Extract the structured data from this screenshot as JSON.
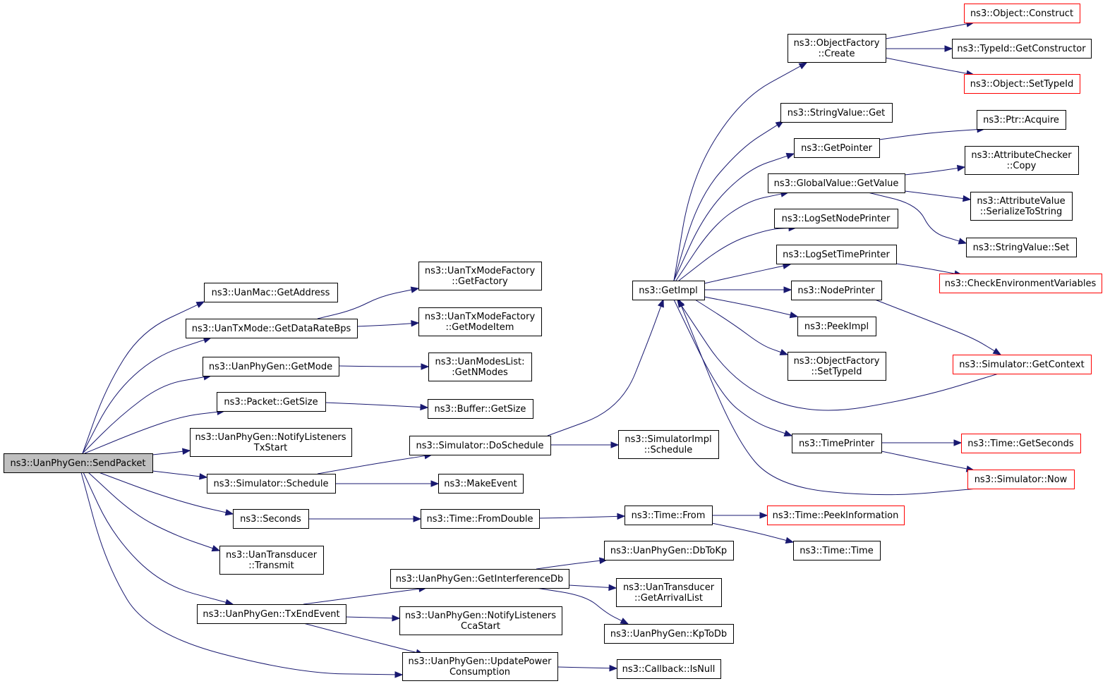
{
  "nodes": [
    {
      "id": "sendpacket",
      "lines": [
        "ns3::UanPhyGen::SendPacket"
      ],
      "kind": "root"
    },
    {
      "id": "getaddress",
      "lines": [
        "ns3::UanMac::GetAddress"
      ],
      "kind": "normal"
    },
    {
      "id": "getdataratebps",
      "lines": [
        "ns3::UanTxMode::GetDataRateBps"
      ],
      "kind": "normal"
    },
    {
      "id": "getmode",
      "lines": [
        "ns3::UanPhyGen::GetMode"
      ],
      "kind": "normal"
    },
    {
      "id": "packetgetsize",
      "lines": [
        "ns3::Packet::GetSize"
      ],
      "kind": "normal"
    },
    {
      "id": "notifytxstart",
      "lines": [
        "ns3::UanPhyGen::NotifyListeners",
        "TxStart"
      ],
      "kind": "normal"
    },
    {
      "id": "simschedule",
      "lines": [
        "ns3::Simulator::Schedule"
      ],
      "kind": "normal"
    },
    {
      "id": "seconds",
      "lines": [
        "ns3::Seconds"
      ],
      "kind": "normal"
    },
    {
      "id": "transmit",
      "lines": [
        "ns3::UanTransducer",
        "::Transmit"
      ],
      "kind": "normal"
    },
    {
      "id": "txendevent",
      "lines": [
        "ns3::UanPhyGen::TxEndEvent"
      ],
      "kind": "normal"
    },
    {
      "id": "getfactory",
      "lines": [
        "ns3::UanTxModeFactory",
        "::GetFactory"
      ],
      "kind": "normal"
    },
    {
      "id": "getmodeitem",
      "lines": [
        "ns3::UanTxModeFactory",
        "::GetModeItem"
      ],
      "kind": "normal"
    },
    {
      "id": "getnmodes",
      "lines": [
        "ns3::UanModesList:",
        ":GetNModes"
      ],
      "kind": "normal"
    },
    {
      "id": "buffergetsize",
      "lines": [
        "ns3::Buffer::GetSize"
      ],
      "kind": "normal"
    },
    {
      "id": "doschedule",
      "lines": [
        "ns3::Simulator::DoSchedule"
      ],
      "kind": "normal"
    },
    {
      "id": "makeevent",
      "lines": [
        "ns3::MakeEvent"
      ],
      "kind": "normal"
    },
    {
      "id": "fromdouble",
      "lines": [
        "ns3::Time::FromDouble"
      ],
      "kind": "normal"
    },
    {
      "id": "getinterferencedb",
      "lines": [
        "ns3::UanPhyGen::GetInterferenceDb"
      ],
      "kind": "normal"
    },
    {
      "id": "notifyccastart",
      "lines": [
        "ns3::UanPhyGen::NotifyListeners",
        "CcaStart"
      ],
      "kind": "normal"
    },
    {
      "id": "updatepower",
      "lines": [
        "ns3::UanPhyGen::UpdatePower",
        "Consumption"
      ],
      "kind": "normal"
    },
    {
      "id": "getimpl",
      "lines": [
        "ns3::GetImpl"
      ],
      "kind": "normal"
    },
    {
      "id": "implschedule",
      "lines": [
        "ns3::SimulatorImpl",
        "::Schedule"
      ],
      "kind": "normal"
    },
    {
      "id": "timefrom",
      "lines": [
        "ns3::Time::From"
      ],
      "kind": "normal"
    },
    {
      "id": "dbtokp",
      "lines": [
        "ns3::UanPhyGen::DbToKp"
      ],
      "kind": "normal"
    },
    {
      "id": "getarrivallist",
      "lines": [
        "ns3::UanTransducer",
        "::GetArrivalList"
      ],
      "kind": "normal"
    },
    {
      "id": "kptodb",
      "lines": [
        "ns3::UanPhyGen::KpToDb"
      ],
      "kind": "normal"
    },
    {
      "id": "isnull",
      "lines": [
        "ns3::Callback::IsNull"
      ],
      "kind": "normal"
    },
    {
      "id": "ofcreate",
      "lines": [
        "ns3::ObjectFactory",
        "::Create"
      ],
      "kind": "normal"
    },
    {
      "id": "stringvalueget",
      "lines": [
        "ns3::StringValue::Get"
      ],
      "kind": "normal"
    },
    {
      "id": "getpointer",
      "lines": [
        "ns3::GetPointer"
      ],
      "kind": "normal"
    },
    {
      "id": "globalgetvalue",
      "lines": [
        "ns3::GlobalValue::GetValue"
      ],
      "kind": "normal"
    },
    {
      "id": "lognodeprinter",
      "lines": [
        "ns3::LogSetNodePrinter"
      ],
      "kind": "normal"
    },
    {
      "id": "logtimeprinter",
      "lines": [
        "ns3::LogSetTimePrinter"
      ],
      "kind": "normal"
    },
    {
      "id": "nodeprinter",
      "lines": [
        "ns3::NodePrinter"
      ],
      "kind": "normal"
    },
    {
      "id": "peekimpl",
      "lines": [
        "ns3::PeekImpl"
      ],
      "kind": "normal"
    },
    {
      "id": "ofsettypeid",
      "lines": [
        "ns3::ObjectFactory",
        "::SetTypeId"
      ],
      "kind": "normal"
    },
    {
      "id": "timeprinter",
      "lines": [
        "ns3::TimePrinter"
      ],
      "kind": "normal"
    },
    {
      "id": "peekinformation",
      "lines": [
        "ns3::Time::PeekInformation"
      ],
      "kind": "ext"
    },
    {
      "id": "timetime",
      "lines": [
        "ns3::Time::Time"
      ],
      "kind": "normal"
    },
    {
      "id": "objconstruct",
      "lines": [
        "ns3::Object::Construct"
      ],
      "kind": "ext"
    },
    {
      "id": "getconstructor",
      "lines": [
        "ns3::TypeId::GetConstructor"
      ],
      "kind": "normal"
    },
    {
      "id": "objsettypeid",
      "lines": [
        "ns3::Object::SetTypeId"
      ],
      "kind": "ext"
    },
    {
      "id": "ptracquire",
      "lines": [
        "ns3::Ptr::Acquire"
      ],
      "kind": "normal"
    },
    {
      "id": "checkercopy",
      "lines": [
        "ns3::AttributeChecker",
        "::Copy"
      ],
      "kind": "normal"
    },
    {
      "id": "serializetostring",
      "lines": [
        "ns3::AttributeValue",
        "::SerializeToString"
      ],
      "kind": "normal"
    },
    {
      "id": "stringvalueset",
      "lines": [
        "ns3::StringValue::Set"
      ],
      "kind": "normal"
    },
    {
      "id": "checkenv",
      "lines": [
        "ns3::CheckEnvironmentVariables"
      ],
      "kind": "ext"
    },
    {
      "id": "getcontext",
      "lines": [
        "ns3::Simulator::GetContext"
      ],
      "kind": "ext"
    },
    {
      "id": "getseconds",
      "lines": [
        "ns3::Time::GetSeconds"
      ],
      "kind": "ext"
    },
    {
      "id": "simnow",
      "lines": [
        "ns3::Simulator::Now"
      ],
      "kind": "ext"
    }
  ],
  "edges": [
    [
      "sendpacket",
      "getaddress"
    ],
    [
      "sendpacket",
      "getdataratebps"
    ],
    [
      "sendpacket",
      "getmode"
    ],
    [
      "sendpacket",
      "packetgetsize"
    ],
    [
      "sendpacket",
      "notifytxstart"
    ],
    [
      "sendpacket",
      "simschedule"
    ],
    [
      "sendpacket",
      "seconds"
    ],
    [
      "sendpacket",
      "transmit"
    ],
    [
      "sendpacket",
      "txendevent"
    ],
    [
      "sendpacket",
      "updatepower"
    ],
    [
      "getdataratebps",
      "getfactory"
    ],
    [
      "getdataratebps",
      "getmodeitem"
    ],
    [
      "getmode",
      "getnmodes"
    ],
    [
      "packetgetsize",
      "buffergetsize"
    ],
    [
      "simschedule",
      "doschedule"
    ],
    [
      "simschedule",
      "makeevent"
    ],
    [
      "seconds",
      "fromdouble"
    ],
    [
      "txendevent",
      "getinterferencedb"
    ],
    [
      "txendevent",
      "notifyccastart"
    ],
    [
      "txendevent",
      "updatepower"
    ],
    [
      "doschedule",
      "getimpl"
    ],
    [
      "doschedule",
      "implschedule"
    ],
    [
      "fromdouble",
      "timefrom"
    ],
    [
      "getinterferencedb",
      "dbtokp"
    ],
    [
      "getinterferencedb",
      "getarrivallist"
    ],
    [
      "getinterferencedb",
      "kptodb"
    ],
    [
      "updatepower",
      "isnull"
    ],
    [
      "getimpl",
      "ofcreate"
    ],
    [
      "getimpl",
      "stringvalueget"
    ],
    [
      "getimpl",
      "getpointer"
    ],
    [
      "getimpl",
      "globalgetvalue"
    ],
    [
      "getimpl",
      "lognodeprinter"
    ],
    [
      "getimpl",
      "logtimeprinter"
    ],
    [
      "getimpl",
      "nodeprinter"
    ],
    [
      "getimpl",
      "peekimpl"
    ],
    [
      "getimpl",
      "ofsettypeid"
    ],
    [
      "getimpl",
      "timeprinter"
    ],
    [
      "timefrom",
      "peekinformation"
    ],
    [
      "timefrom",
      "timetime"
    ],
    [
      "ofcreate",
      "objconstruct"
    ],
    [
      "ofcreate",
      "getconstructor"
    ],
    [
      "ofcreate",
      "objsettypeid"
    ],
    [
      "getpointer",
      "ptracquire"
    ],
    [
      "globalgetvalue",
      "checkercopy"
    ],
    [
      "globalgetvalue",
      "serializetostring"
    ],
    [
      "globalgetvalue",
      "stringvalueset"
    ],
    [
      "logtimeprinter",
      "checkenv"
    ],
    [
      "nodeprinter",
      "getcontext"
    ],
    [
      "getcontext",
      "getimpl"
    ],
    [
      "timeprinter",
      "getseconds"
    ],
    [
      "timeprinter",
      "simnow"
    ],
    [
      "simnow",
      "getimpl"
    ]
  ],
  "colors": {
    "edge": "#191970",
    "node_border": "#000000",
    "external_border": "#ff0000",
    "root_fill": "#bfbfbf"
  }
}
